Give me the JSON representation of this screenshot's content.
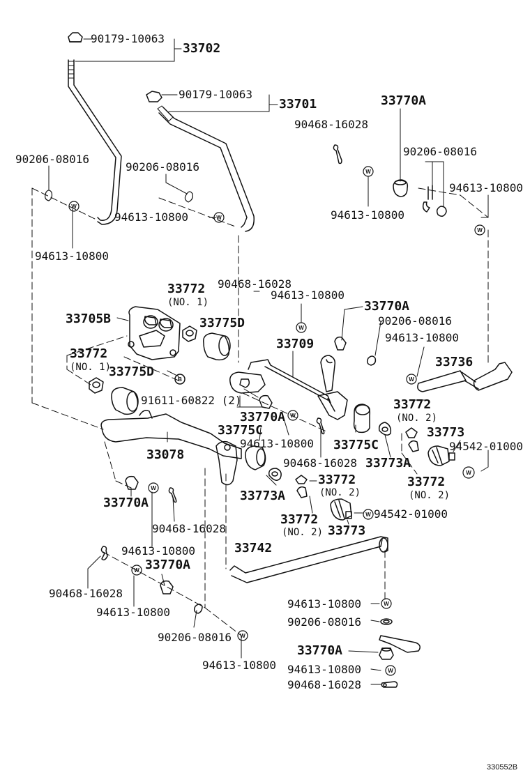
{
  "figure_code": "330552B",
  "part_labels": [
    {
      "id": "l1",
      "text": "90179-10063"
    },
    {
      "id": "l2",
      "text": "33702"
    },
    {
      "id": "l3",
      "text": "90179-10063"
    },
    {
      "id": "l4",
      "text": "33701"
    },
    {
      "id": "l5",
      "text": "33770A"
    },
    {
      "id": "l6",
      "text": "90468-16028"
    },
    {
      "id": "l7",
      "text": "90206-08016"
    },
    {
      "id": "l8",
      "text": "90206-08016"
    },
    {
      "id": "l9",
      "text": "90206-08016"
    },
    {
      "id": "l10",
      "text": "94613-10800"
    },
    {
      "id": "l11",
      "text": "94613-10800"
    },
    {
      "id": "l12",
      "text": "94613-10800"
    },
    {
      "id": "l13",
      "text": "94613-10800"
    },
    {
      "id": "l14",
      "text": "90468-16028"
    },
    {
      "id": "l15",
      "text": "33772"
    },
    {
      "id": "l16",
      "text": "(NO. 1)"
    },
    {
      "id": "l17",
      "text": "94613-10800"
    },
    {
      "id": "l18",
      "text": "33770A"
    },
    {
      "id": "l19",
      "text": "33705B"
    },
    {
      "id": "l20",
      "text": "33775D"
    },
    {
      "id": "l21",
      "text": "90206-08016"
    },
    {
      "id": "l22",
      "text": "33709"
    },
    {
      "id": "l23",
      "text": "94613-10800"
    },
    {
      "id": "l24",
      "text": "33772"
    },
    {
      "id": "l25",
      "text": "(NO. 1)"
    },
    {
      "id": "l26",
      "text": "33775D"
    },
    {
      "id": "l27",
      "text": "33736"
    },
    {
      "id": "l28",
      "text": "91611-60822 (2)"
    },
    {
      "id": "l29",
      "text": "33772"
    },
    {
      "id": "l30",
      "text": "(NO. 2)"
    },
    {
      "id": "l31",
      "text": "33770A"
    },
    {
      "id": "l32",
      "text": "33773"
    },
    {
      "id": "l33",
      "text": "33775C"
    },
    {
      "id": "l34",
      "text": "94542-01000"
    },
    {
      "id": "l35",
      "text": "94613-10800"
    },
    {
      "id": "l36",
      "text": "33775C"
    },
    {
      "id": "l37",
      "text": "33078"
    },
    {
      "id": "l38",
      "text": "90468-16028"
    },
    {
      "id": "l39",
      "text": "33773A"
    },
    {
      "id": "l40",
      "text": "33772"
    },
    {
      "id": "l41",
      "text": "(NO. 2)"
    },
    {
      "id": "l42",
      "text": "33772"
    },
    {
      "id": "l43",
      "text": "(NO. 2)"
    },
    {
      "id": "l44",
      "text": "33770A"
    },
    {
      "id": "l45",
      "text": "33773A"
    },
    {
      "id": "l46",
      "text": "90468-16028"
    },
    {
      "id": "l47",
      "text": "33772"
    },
    {
      "id": "l48",
      "text": "(NO. 2)"
    },
    {
      "id": "l49",
      "text": "33773"
    },
    {
      "id": "l50",
      "text": "94542-01000"
    },
    {
      "id": "l51",
      "text": "94613-10800"
    },
    {
      "id": "l52",
      "text": "33742"
    },
    {
      "id": "l53",
      "text": "33770A"
    },
    {
      "id": "l54",
      "text": "90468-16028"
    },
    {
      "id": "l55",
      "text": "94613-10800"
    },
    {
      "id": "l56",
      "text": "94613-10800"
    },
    {
      "id": "l57",
      "text": "90206-08016"
    },
    {
      "id": "l58",
      "text": "90206-08016"
    },
    {
      "id": "l59",
      "text": "33770A"
    },
    {
      "id": "l60",
      "text": "94613-10800"
    },
    {
      "id": "l61",
      "text": "94613-10800"
    },
    {
      "id": "l62",
      "text": "90468-16028"
    }
  ]
}
